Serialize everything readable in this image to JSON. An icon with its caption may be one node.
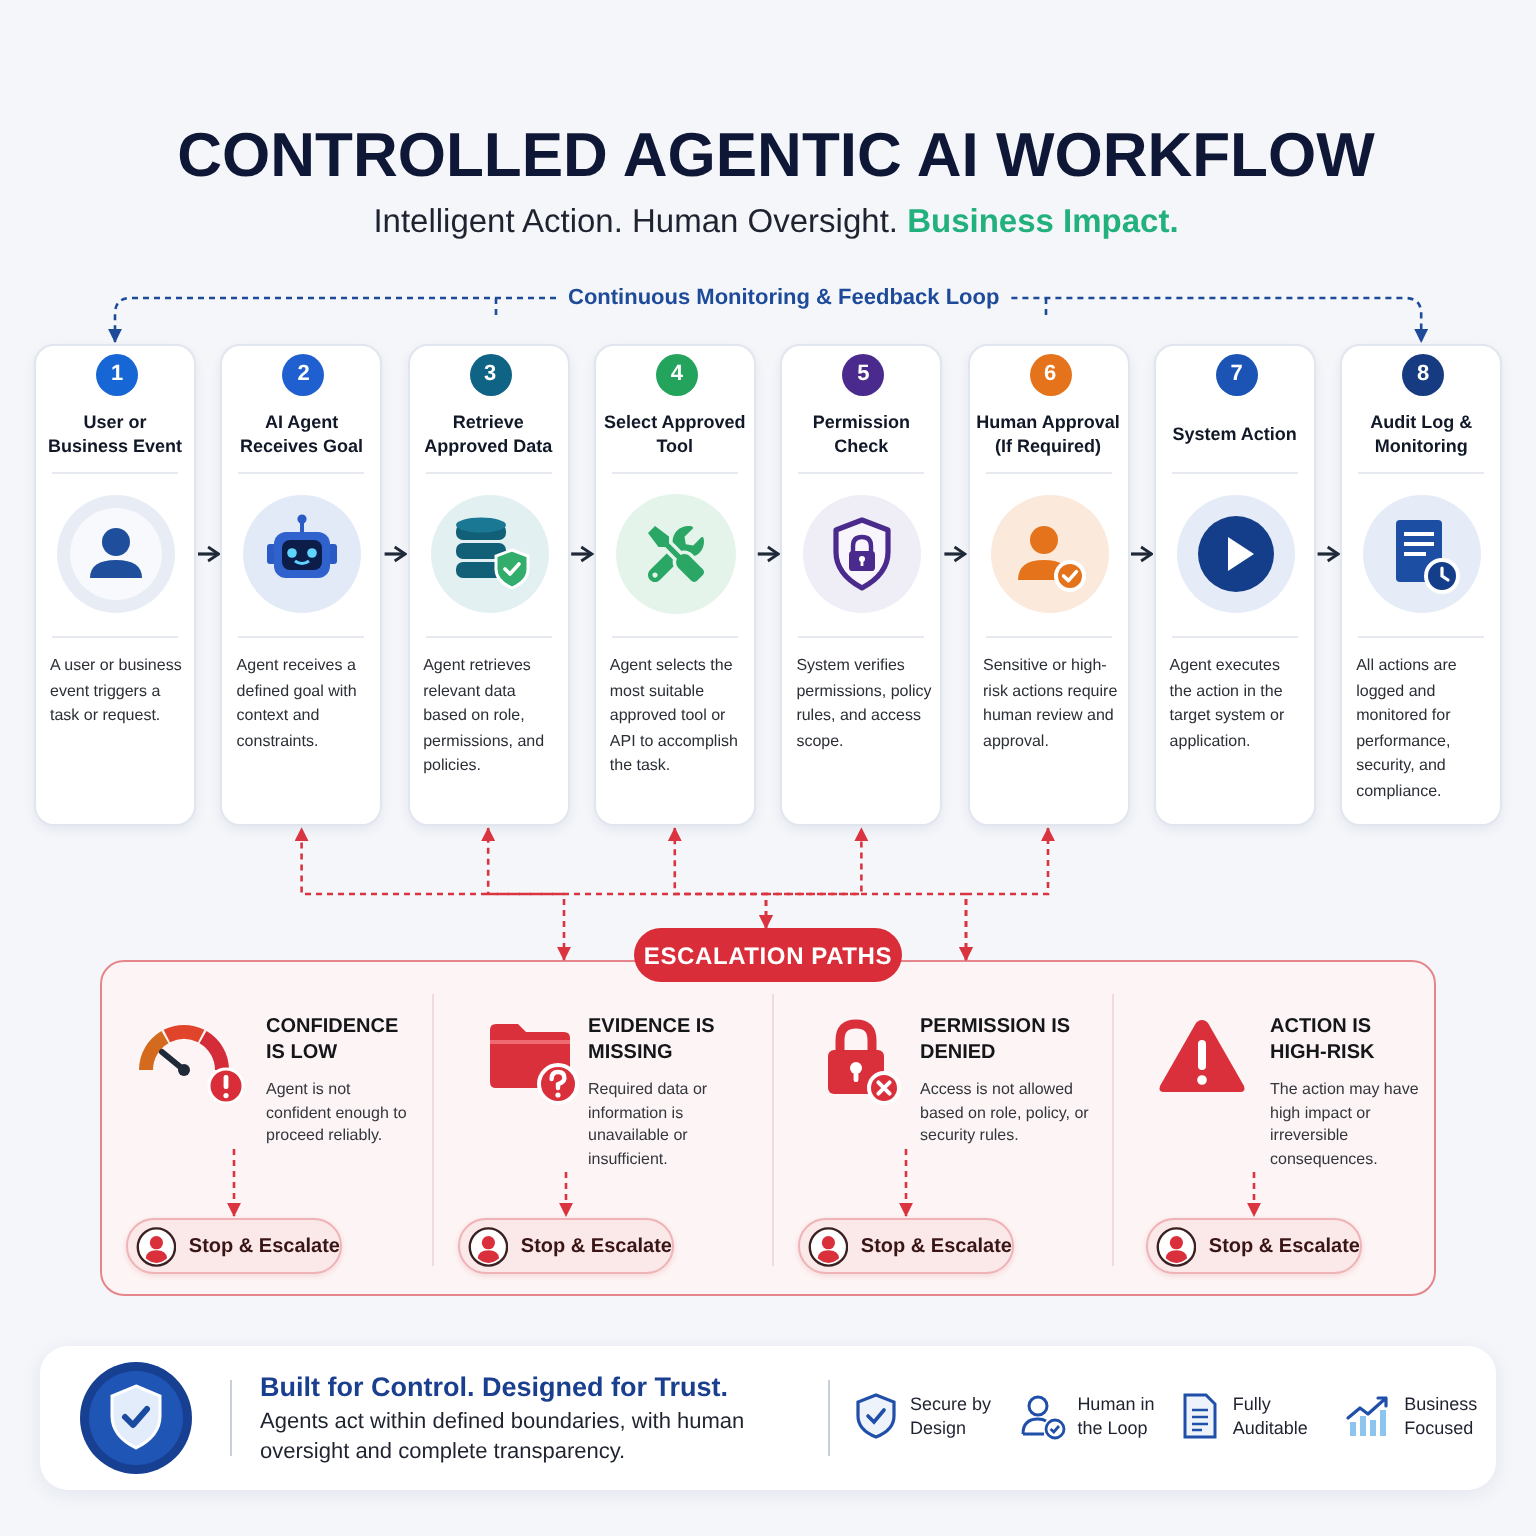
{
  "diagram": {
    "title": "CONTROLLED AGENTIC AI WORKFLOW",
    "nodes": [
      {
        "text": [
          "1",
          "User or Business Event",
          "A user or business event triggers a task or request."
        ]
      },
      {
        "text": [
          "2",
          "AI Agent Receives Goal",
          "Agent receives a defined goal with context and constraints."
        ]
      },
      {
        "text": [
          "3",
          "Retrieve Approved Data",
          "Agent retrieves relevant data based on role, permissions, and policies."
        ]
      },
      {
        "text": [
          "4",
          "Select Approved Tool",
          "Agent selects the most suitable approved tool or API to accomplish the task."
        ]
      },
      {
        "text": [
          "5",
          "Permission Check",
          "System verifies permissions, policy rules, and access scope."
        ]
      },
      {
        "text": [
          "6",
          "Human Approval (If Required)",
          "Sensitive or high-risk actions require human review and approval."
        ]
      },
      {
        "text": [
          "7",
          "System Action",
          "Agent executes the action in the target system or application."
        ]
      },
      {
        "text": [
          "8",
          "Audit Log & Monitoring",
          "All actions are logged and monitored for performance, security, and compliance."
        ]
      },
      {
        "text": [
          "Continuous Monitoring & Feedback Loop"
        ]
      },
      {
        "text": [
          "ESCALATION PATHS"
        ]
      },
      {
        "text": [
          "CONFIDENCE IS LOW",
          "Agent is not confident enough to proceed reliably."
        ],
        "in": 9
      },
      {
        "text": [
          "Stop & Escalate"
        ],
        "in": 9
      },
      {
        "text": [
          "EVIDENCE IS MISSING",
          "Required data or information is unavailable or insufficient."
        ],
        "in": 9
      },
      {
        "text": [
          "Stop & Escalate"
        ],
        "in": 9
      },
      {
        "text": [
          "PERMISSION IS DENIED",
          "Access is not allowed based on role, policy, or security rules."
        ],
        "in": 9
      },
      {
        "text": [
          "Stop & Escalate"
        ],
        "in": 9
      },
      {
        "text": [
          "ACTION IS HIGH-RISK",
          "The action may have high impact or irreversible consequences."
        ],
        "in": 9
      },
      {
        "text": [
          "Stop & Escalate"
        ],
        "in": 9
      },
      {
        "text": [
          "Built for Control. Designed for Trust.",
          "Agents act within defined boundaries, with human oversight and complete transparency.",
          "Secure by Design",
          "Human in the Loop",
          "Fully Auditable",
          "Business Focused"
        ]
      }
    ],
    "edges": [
      {
        "from": 0,
        "to": 1,
        "arrow": "to",
        "color": "#1f2937"
      },
      {
        "from": 1,
        "to": 2,
        "arrow": "to",
        "color": "#1f2937"
      },
      {
        "from": 2,
        "to": 3,
        "arrow": "to",
        "color": "#1f2937"
      },
      {
        "from": 3,
        "to": 4,
        "arrow": "to",
        "color": "#1f2937"
      },
      {
        "from": 4,
        "to": 5,
        "arrow": "to",
        "color": "#1f2937"
      },
      {
        "from": 5,
        "to": 6,
        "arrow": "to",
        "color": "#1f2937"
      },
      {
        "from": 6,
        "to": 7,
        "arrow": "to",
        "color": "#1f2937"
      },
      {
        "from": 8,
        "to": 0,
        "arrow": "to",
        "style": "dashed",
        "color": "#1e4a9a"
      },
      {
        "from": 8,
        "to": 7,
        "arrow": "to",
        "style": "dashed",
        "color": "#1e4a9a"
      },
      {
        "from": 9,
        "to": 1,
        "arrow": "both",
        "style": "dashed",
        "color": "#d9343f"
      },
      {
        "from": 9,
        "to": 2,
        "arrow": "both",
        "style": "dashed",
        "color": "#d9343f"
      },
      {
        "from": 9,
        "to": 3,
        "arrow": "both",
        "style": "dashed",
        "color": "#d9343f"
      },
      {
        "from": 9,
        "to": 4,
        "arrow": "both",
        "style": "dashed",
        "color": "#d9343f"
      },
      {
        "from": 9,
        "to": 5,
        "arrow": "both",
        "style": "dashed",
        "color": "#d9343f"
      },
      {
        "from": 10,
        "to": 11,
        "arrow": "to",
        "style": "dashed",
        "color": "#d9343f"
      },
      {
        "from": 12,
        "to": 13,
        "arrow": "to",
        "style": "dashed",
        "color": "#d9343f"
      },
      {
        "from": 14,
        "to": 15,
        "arrow": "to",
        "style": "dashed",
        "color": "#d9343f"
      },
      {
        "from": 16,
        "to": 17,
        "arrow": "to",
        "style": "dashed",
        "color": "#d9343f"
      }
    ],
    "labels": [
      "Intelligent Action. Human Oversight. **Business Impact.**"
    ]
  }
}
